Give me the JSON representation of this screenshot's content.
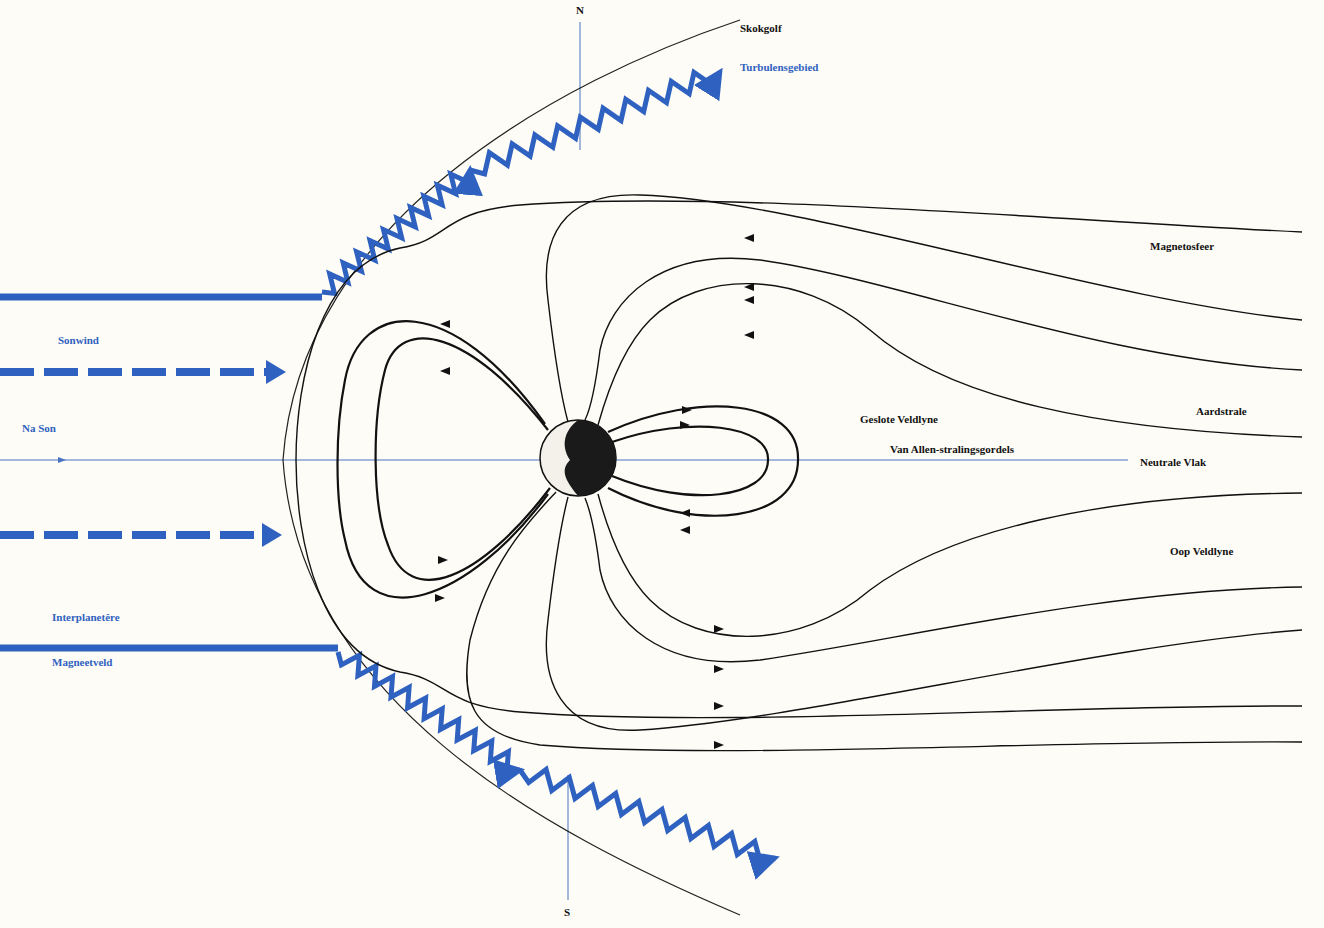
{
  "diagram": {
    "labels": [
      "Skokgolf",
      "Turbulensgebied",
      "N",
      "Magnetosfeer",
      "Sonwind",
      "Na Son",
      "Geslote Veldlyne",
      "Aardstrale",
      "Van Allen-stralingsgordels",
      "Neutrale Vlak",
      "Oop Veldlyne",
      "Interplanetêre",
      "Magneetveld",
      "S"
    ]
  }
}
